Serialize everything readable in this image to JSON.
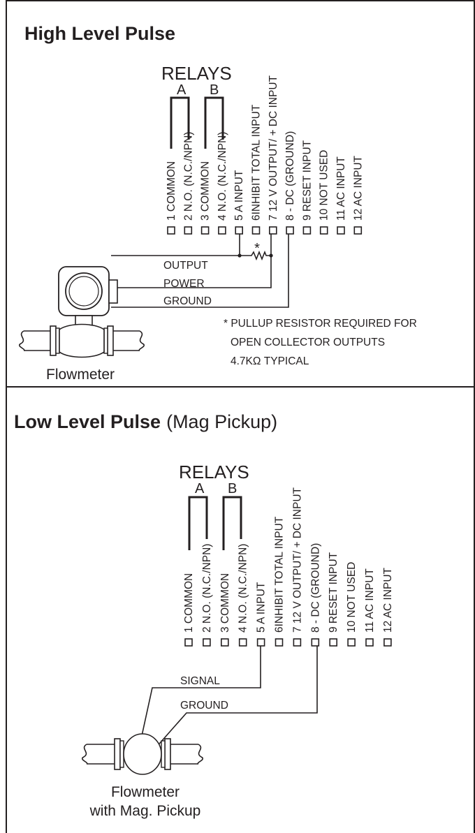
{
  "panels": {
    "high": {
      "title": "High Level Pulse",
      "relays": {
        "title": "RELAYS",
        "a": "A",
        "b": "B"
      },
      "wires": {
        "output": "OUTPUT",
        "power": "POWER",
        "ground": "GROUND"
      },
      "resistor_mark": "*",
      "note_lines": [
        "* PULLUP RESISTOR REQUIRED FOR",
        "OPEN COLLECTOR OUTPUTS",
        "4.7KΩ TYPICAL"
      ],
      "device_label": "Flowmeter"
    },
    "low": {
      "title": "Low Level Pulse",
      "title_suffix": "(Mag Pickup)",
      "relays": {
        "title": "RELAYS",
        "a": "A",
        "b": "B"
      },
      "wires": {
        "signal": "SIGNAL",
        "ground": "GROUND"
      },
      "device_label_lines": [
        "Flowmeter",
        "with Mag. Pickup"
      ]
    }
  },
  "terminals": [
    "1 COMMON",
    "2 N.O. (N.C./NPN)",
    "3 COMMON",
    "4 N.O. (N.C./NPN)",
    "5 A INPUT",
    "6INHIBIT TOTAL  INPUT",
    "7 12 V OUTPUT/ + DC INPUT",
    "8 - DC (GROUND)",
    "9 RESET INPUT",
    "10 NOT USED",
    "11 AC INPUT",
    "12 AC INPUT"
  ]
}
